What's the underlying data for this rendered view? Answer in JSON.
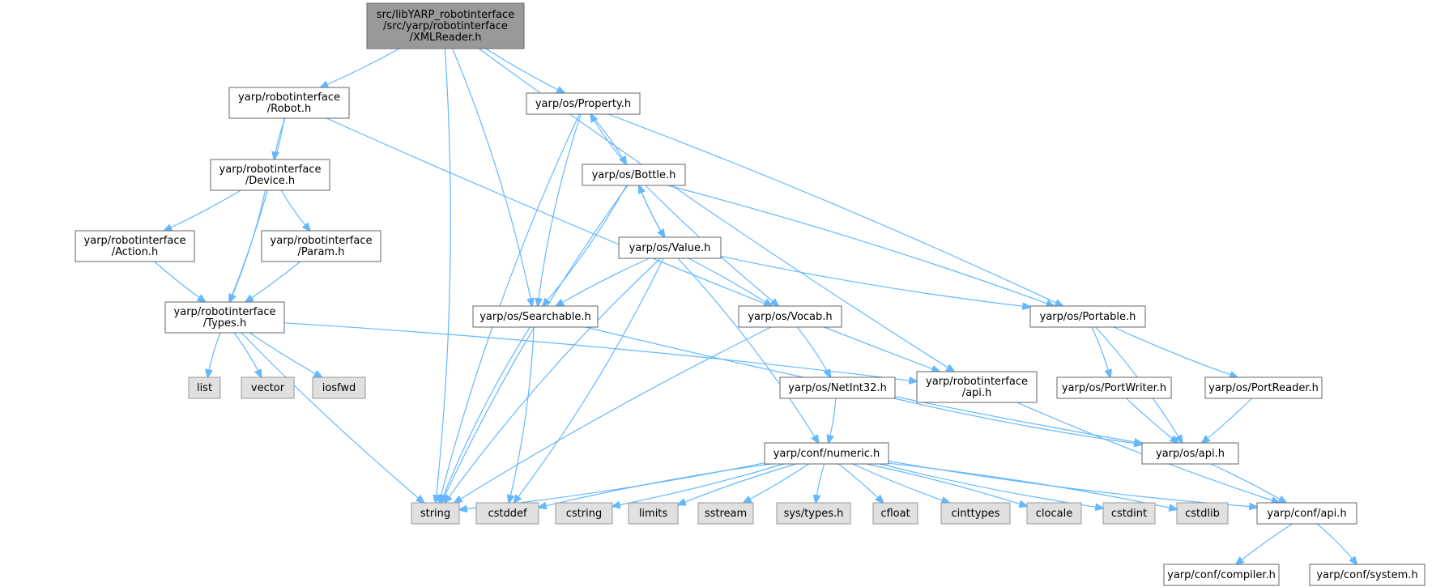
{
  "colors": {
    "edge": "#63b8ff",
    "root_fill": "#999999",
    "file_fill": "#ffffff",
    "system_fill": "#e0e0e0"
  },
  "nodes": [
    {
      "id": "root",
      "kind": "root",
      "lines": [
        "src/libYARP_robotinterface",
        "/src/yarp/robotinterface",
        "/XMLReader.h"
      ]
    },
    {
      "id": "robot",
      "kind": "file",
      "lines": [
        "yarp/robotinterface",
        "/Robot.h"
      ]
    },
    {
      "id": "property",
      "kind": "file",
      "lines": [
        "yarp/os/Property.h"
      ]
    },
    {
      "id": "device",
      "kind": "file",
      "lines": [
        "yarp/robotinterface",
        "/Device.h"
      ]
    },
    {
      "id": "bottle",
      "kind": "file",
      "lines": [
        "yarp/os/Bottle.h"
      ]
    },
    {
      "id": "action",
      "kind": "file",
      "lines": [
        "yarp/robotinterface",
        "/Action.h"
      ]
    },
    {
      "id": "param",
      "kind": "file",
      "lines": [
        "yarp/robotinterface",
        "/Param.h"
      ]
    },
    {
      "id": "value",
      "kind": "file",
      "lines": [
        "yarp/os/Value.h"
      ]
    },
    {
      "id": "types",
      "kind": "file",
      "lines": [
        "yarp/robotinterface",
        "/Types.h"
      ]
    },
    {
      "id": "searchable",
      "kind": "file",
      "lines": [
        "yarp/os/Searchable.h"
      ]
    },
    {
      "id": "vocab",
      "kind": "file",
      "lines": [
        "yarp/os/Vocab.h"
      ]
    },
    {
      "id": "portable",
      "kind": "file",
      "lines": [
        "yarp/os/Portable.h"
      ]
    },
    {
      "id": "list",
      "kind": "system",
      "lines": [
        "list"
      ]
    },
    {
      "id": "vector",
      "kind": "system",
      "lines": [
        "vector"
      ]
    },
    {
      "id": "iosfwd",
      "kind": "system",
      "lines": [
        "iosfwd"
      ]
    },
    {
      "id": "riapi",
      "kind": "file",
      "lines": [
        "yarp/robotinterface",
        "/api.h"
      ]
    },
    {
      "id": "netint32",
      "kind": "file",
      "lines": [
        "yarp/os/NetInt32.h"
      ]
    },
    {
      "id": "portwriter",
      "kind": "file",
      "lines": [
        "yarp/os/PortWriter.h"
      ]
    },
    {
      "id": "portreader",
      "kind": "file",
      "lines": [
        "yarp/os/PortReader.h"
      ]
    },
    {
      "id": "numeric",
      "kind": "file",
      "lines": [
        "yarp/conf/numeric.h"
      ]
    },
    {
      "id": "osapi",
      "kind": "file",
      "lines": [
        "yarp/os/api.h"
      ]
    },
    {
      "id": "string",
      "kind": "system",
      "lines": [
        "string"
      ]
    },
    {
      "id": "cstddef",
      "kind": "system",
      "lines": [
        "cstddef"
      ]
    },
    {
      "id": "cstring",
      "kind": "system",
      "lines": [
        "cstring"
      ]
    },
    {
      "id": "limits",
      "kind": "system",
      "lines": [
        "limits"
      ]
    },
    {
      "id": "sstream",
      "kind": "system",
      "lines": [
        "sstream"
      ]
    },
    {
      "id": "systypes",
      "kind": "system",
      "lines": [
        "sys/types.h"
      ]
    },
    {
      "id": "cfloat",
      "kind": "system",
      "lines": [
        "cfloat"
      ]
    },
    {
      "id": "cinttypes",
      "kind": "system",
      "lines": [
        "cinttypes"
      ]
    },
    {
      "id": "clocale",
      "kind": "system",
      "lines": [
        "clocale"
      ]
    },
    {
      "id": "cstdint",
      "kind": "system",
      "lines": [
        "cstdint"
      ]
    },
    {
      "id": "cstdlib",
      "kind": "system",
      "lines": [
        "cstdlib"
      ]
    },
    {
      "id": "confapi",
      "kind": "file",
      "lines": [
        "yarp/conf/api.h"
      ]
    },
    {
      "id": "compiler",
      "kind": "file",
      "lines": [
        "yarp/conf/compiler.h"
      ]
    },
    {
      "id": "system",
      "kind": "file",
      "lines": [
        "yarp/conf/system.h"
      ]
    }
  ],
  "edges": [
    [
      "root",
      "robot"
    ],
    [
      "root",
      "property"
    ],
    [
      "root",
      "searchable"
    ],
    [
      "root",
      "riapi"
    ],
    [
      "root",
      "string"
    ],
    [
      "robot",
      "device"
    ],
    [
      "robot",
      "types"
    ],
    [
      "robot",
      "riapi"
    ],
    [
      "device",
      "action"
    ],
    [
      "device",
      "param"
    ],
    [
      "device",
      "types"
    ],
    [
      "action",
      "types"
    ],
    [
      "param",
      "types"
    ],
    [
      "types",
      "list"
    ],
    [
      "types",
      "vector"
    ],
    [
      "types",
      "iosfwd"
    ],
    [
      "types",
      "riapi"
    ],
    [
      "types",
      "string"
    ],
    [
      "property",
      "bottle"
    ],
    [
      "property",
      "searchable"
    ],
    [
      "property",
      "portable"
    ],
    [
      "property",
      "string"
    ],
    [
      "bottle",
      "property"
    ],
    [
      "bottle",
      "value"
    ],
    [
      "bottle",
      "searchable"
    ],
    [
      "bottle",
      "vocab"
    ],
    [
      "bottle",
      "portable"
    ],
    [
      "bottle",
      "string"
    ],
    [
      "value",
      "bottle"
    ],
    [
      "value",
      "searchable"
    ],
    [
      "value",
      "vocab"
    ],
    [
      "value",
      "portable"
    ],
    [
      "value",
      "numeric"
    ],
    [
      "value",
      "string"
    ],
    [
      "value",
      "cstddef"
    ],
    [
      "searchable",
      "string"
    ],
    [
      "searchable",
      "cstddef"
    ],
    [
      "searchable",
      "osapi"
    ],
    [
      "vocab",
      "netint32"
    ],
    [
      "vocab",
      "string"
    ],
    [
      "netint32",
      "numeric"
    ],
    [
      "netint32",
      "osapi"
    ],
    [
      "portable",
      "portwriter"
    ],
    [
      "portable",
      "portreader"
    ],
    [
      "portable",
      "osapi"
    ],
    [
      "portwriter",
      "osapi"
    ],
    [
      "portreader",
      "osapi"
    ],
    [
      "riapi",
      "confapi"
    ],
    [
      "numeric",
      "string"
    ],
    [
      "numeric",
      "cstddef"
    ],
    [
      "numeric",
      "cstring"
    ],
    [
      "numeric",
      "limits"
    ],
    [
      "numeric",
      "sstream"
    ],
    [
      "numeric",
      "systypes"
    ],
    [
      "numeric",
      "cfloat"
    ],
    [
      "numeric",
      "cinttypes"
    ],
    [
      "numeric",
      "clocale"
    ],
    [
      "numeric",
      "cstdint"
    ],
    [
      "numeric",
      "cstdlib"
    ],
    [
      "numeric",
      "confapi"
    ],
    [
      "osapi",
      "confapi"
    ],
    [
      "confapi",
      "compiler"
    ],
    [
      "confapi",
      "system"
    ]
  ]
}
